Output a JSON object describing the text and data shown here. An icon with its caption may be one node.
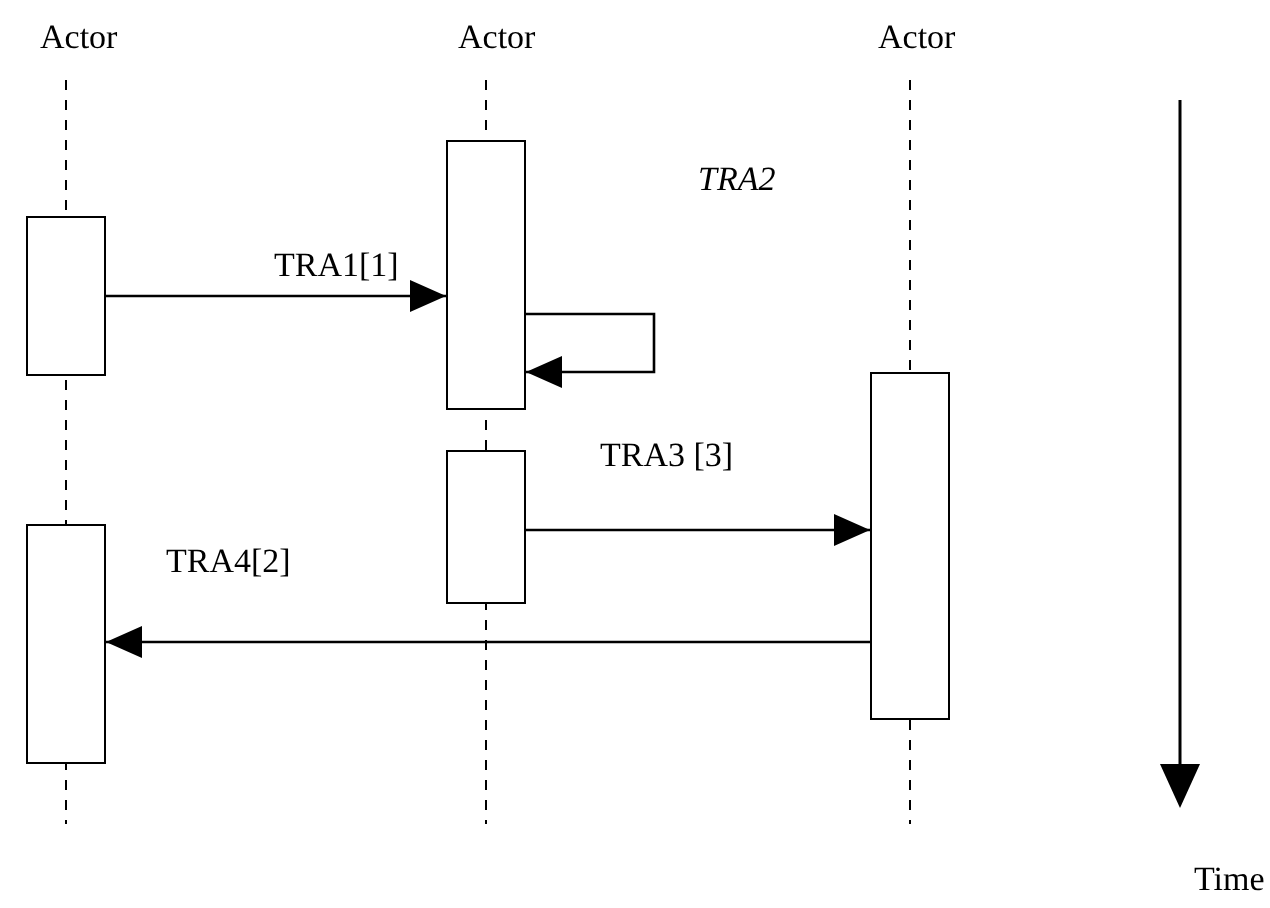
{
  "diagram": {
    "nodes": [
      {
        "text": [],
        "shape": "box"
      },
      {
        "text": [],
        "shape": "box"
      },
      {
        "text": [],
        "shape": "box"
      },
      {
        "text": [],
        "shape": "box"
      },
      {
        "text": [],
        "shape": "box"
      }
    ],
    "edges": [
      {
        "from": 0,
        "to": 2,
        "arrow": "to",
        "label": "TRA1[1]"
      },
      {
        "from": 2,
        "to": 2,
        "arrow": "to",
        "label": "TRA2"
      },
      {
        "from": 3,
        "to": 4,
        "arrow": "to",
        "label": "TRA3 [3]"
      },
      {
        "from": 4,
        "to": 1,
        "arrow": "to",
        "label": "TRA4[2]"
      }
    ],
    "labels": [
      "Actor",
      "Actor",
      "Actor",
      "Time"
    ]
  }
}
